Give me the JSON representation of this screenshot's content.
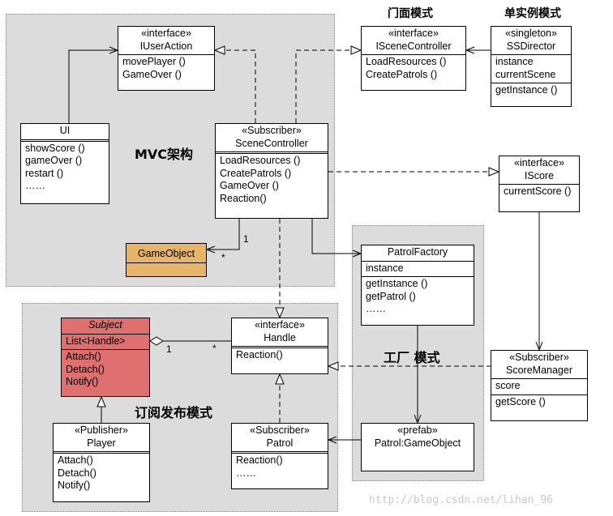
{
  "regions": {
    "mvc": "MVC架构",
    "facade": "门面模式",
    "singleton": "单实例模式",
    "factory": "工厂 模式",
    "pubsub": "订阅发布模式"
  },
  "classes": {
    "iuseraction": {
      "stereotype": "«interface»",
      "name": "IUserAction",
      "members": [
        "movePlayer ()",
        "GameOver ()"
      ]
    },
    "iscenecontroller": {
      "stereotype": "«interface»",
      "name": "ISceneController",
      "members": [
        "LoadResources ()",
        "CreatePatrols ()"
      ]
    },
    "ssdirector": {
      "stereotype": "«singleton»",
      "name": "SSDirector",
      "attributes": [
        "instance",
        "currentScene"
      ],
      "methods": [
        "getInstance ()"
      ]
    },
    "ui": {
      "name": "UI",
      "methods": [
        "showScore ()",
        "gameOver ()",
        "restart ()",
        "……"
      ]
    },
    "scenecontroller": {
      "stereotype": "«Subscriber»",
      "name": "SceneController",
      "methods": [
        "LoadResources ()",
        "CreatePatrols ()",
        "GameOver ()",
        "Reaction()"
      ]
    },
    "iscore": {
      "stereotype": "«interface»",
      "name": "IScore",
      "members": [
        "currentScore ()"
      ]
    },
    "gameobject": {
      "name": "GameObject"
    },
    "patrolfactory": {
      "name": "PatrolFactory",
      "attributes": [
        "instance"
      ],
      "methods": [
        "getInstance ()",
        "getPatrol ()",
        "……"
      ]
    },
    "subject": {
      "name": "Subject",
      "attributes": [
        "List<Handle>"
      ],
      "methods": [
        "Attach()",
        "Detach()",
        "Notify()"
      ]
    },
    "handle": {
      "stereotype": "«interface»",
      "name": "Handle",
      "methods": [
        "Reaction()"
      ]
    },
    "scoremanager": {
      "stereotype": "«Subscriber»",
      "name": "ScoreManager",
      "attributes": [
        "score"
      ],
      "methods": [
        "getScore ()"
      ]
    },
    "player": {
      "stereotype": "«Publisher»",
      "name": "Player",
      "methods": [
        "Attach()",
        "Detach()",
        "Notify()"
      ]
    },
    "patrol": {
      "stereotype": "«Subscriber»",
      "name": "Patrol",
      "methods": [
        "Reaction()",
        "……"
      ]
    },
    "prefab": {
      "stereotype": "«prefab»",
      "name": "Patrol:GameObject"
    }
  },
  "multiplicities": {
    "scene_to_gameobject_one": "1",
    "scene_to_gameobject_many": "*",
    "subject_to_handle_one": "1",
    "subject_to_handle_many": "*"
  },
  "watermark": "http://blog.csdn.net/lihan_96",
  "colors": {
    "region": "#dcdcdc",
    "subject": "#e07070",
    "gameobject": "#e6b567"
  }
}
